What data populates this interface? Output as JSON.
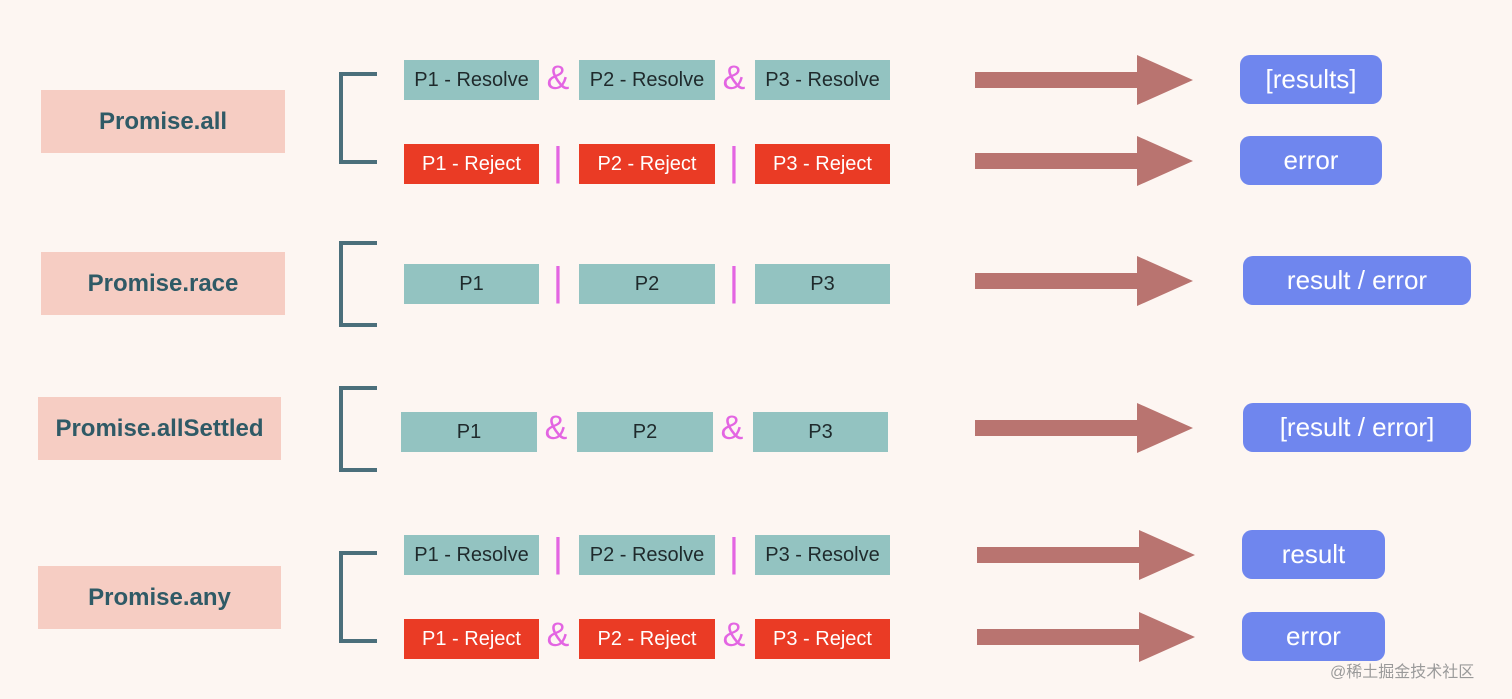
{
  "rows": [
    {
      "method": "Promise.all",
      "resolve_boxes": [
        "P1 - Resolve",
        "P2 - Resolve",
        "P3 - Resolve"
      ],
      "resolve_ops": [
        "&",
        "&"
      ],
      "resolve_result": "[results]",
      "reject_boxes": [
        "P1 - Reject",
        "P2 - Reject",
        "P3 - Reject"
      ],
      "reject_ops": [
        "|",
        "|"
      ],
      "reject_result": "error"
    },
    {
      "method": "Promise.race",
      "boxes": [
        "P1",
        "P2",
        "P3"
      ],
      "ops": [
        "|",
        "|"
      ],
      "result": "result / error"
    },
    {
      "method": "Promise.allSettled",
      "boxes": [
        "P1",
        "P2",
        "P3"
      ],
      "ops": [
        "&",
        "&"
      ],
      "result": "[result / error]"
    },
    {
      "method": "Promise.any",
      "resolve_boxes": [
        "P1 - Resolve",
        "P2 - Resolve",
        "P3 - Resolve"
      ],
      "resolve_ops": [
        "|",
        "|"
      ],
      "resolve_result": "result",
      "reject_boxes": [
        "P1 - Reject",
        "P2 - Reject",
        "P3 - Reject"
      ],
      "reject_ops": [
        "&",
        "&"
      ],
      "reject_result": "error"
    }
  ],
  "watermark": "@稀土掘金技术社区",
  "colors": {
    "method_bg": "#f6cdc3",
    "resolve_box": "#93c3c1",
    "reject_box": "#ea3b25",
    "operator": "#e365e2",
    "arrow": "#b97470",
    "result_box": "#6f86ee",
    "bracket": "#4b6f7b"
  }
}
